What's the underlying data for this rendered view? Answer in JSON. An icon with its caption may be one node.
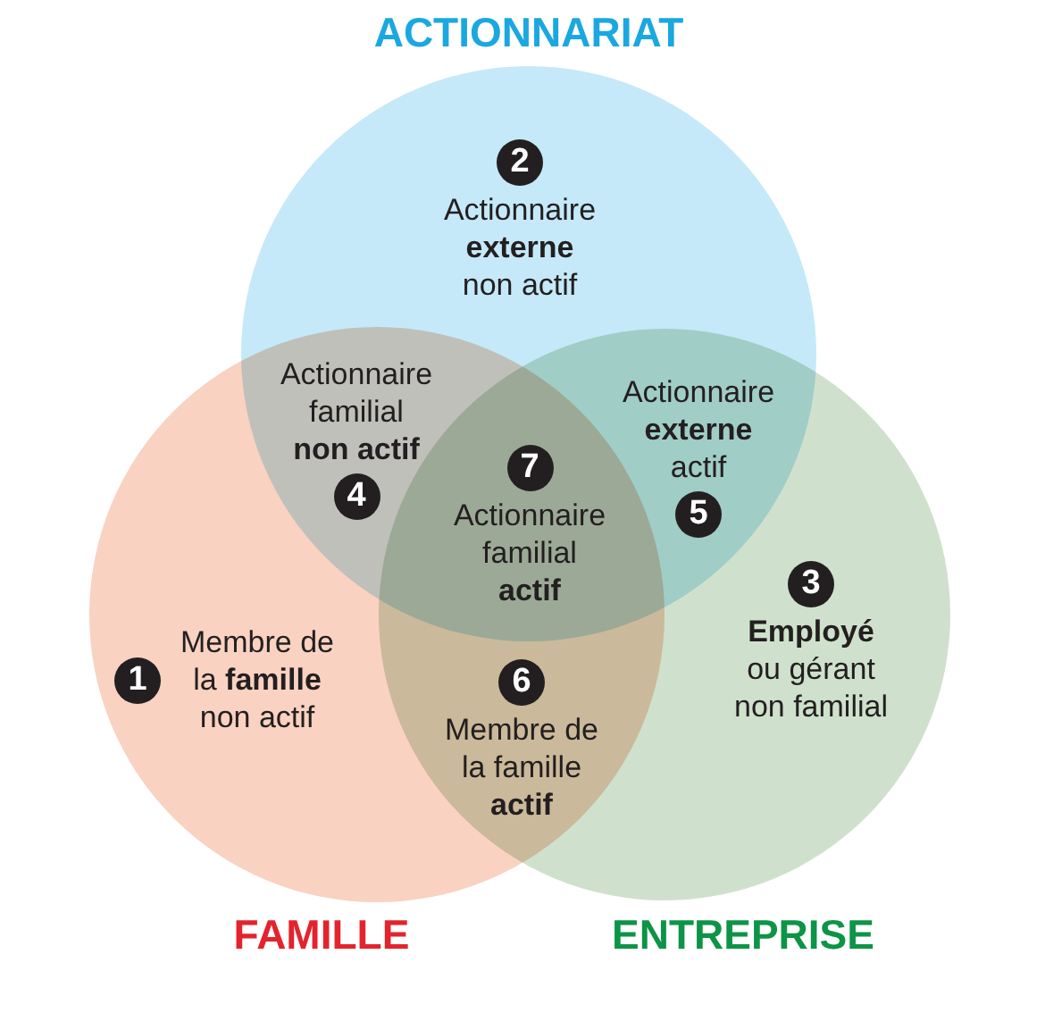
{
  "diagram": {
    "nodes": [
      {
        "text": [
          "ACTIONNARIAT"
        ]
      },
      {
        "text": [
          "FAMILLE"
        ]
      },
      {
        "text": [
          "ENTREPRISE"
        ]
      },
      {
        "text": [
          "1",
          "Membre de la **famille** non actif"
        ],
        "in": 1
      },
      {
        "text": [
          "2",
          "Actionnaire **externe** non actif"
        ],
        "in": 0
      },
      {
        "text": [
          "3",
          "**Employé** ou gérant non familial"
        ],
        "in": 2
      },
      {
        "text": [
          "Actionnaire familial **non actif**",
          "4"
        ]
      },
      {
        "text": [
          "Actionnaire **externe** actif",
          "5"
        ]
      },
      {
        "text": [
          "6",
          "Membre de la famille **actif**"
        ]
      },
      {
        "text": [
          "7",
          "Actionnaire familial **actif**"
        ]
      }
    ]
  }
}
